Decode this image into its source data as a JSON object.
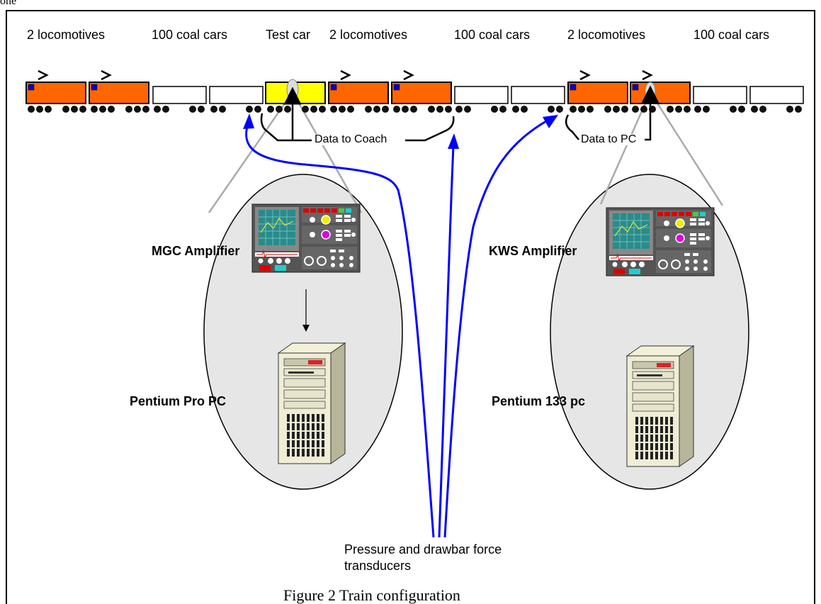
{
  "page_fragment": "one",
  "labels": {
    "group1_locos": "2 locomotives",
    "group1_coal": "100 coal cars",
    "test_car": "Test car",
    "group2_locos": "2 locomotives",
    "group2_coal": "100 coal cars",
    "group3_locos": "2 locomotives",
    "group3_coal": "100 coal cars"
  },
  "callouts": {
    "data_to_coach": "Data to Coach",
    "data_to_pc": "Data to PC",
    "transducers_line1": "Pressure and drawbar force",
    "transducers_line2": "transducers"
  },
  "left_station": {
    "amplifier": "MGC Amplifier",
    "computer": "Pentium Pro PC"
  },
  "right_station": {
    "amplifier": "KWS Amplifier",
    "computer": "Pentium 133 pc"
  },
  "caption": "Figure 2  Train configuration",
  "colors": {
    "locomotive": "#ff6600",
    "test_car": "#ffff00",
    "coal_car": "#ffffff",
    "signal_line": "#0000ff",
    "station_bg": "#e6e6e6",
    "cab_window": "#0000cc"
  },
  "icons": {
    "amplifier": "oscilloscope-amplifier-icon",
    "computer": "tower-pc-icon",
    "transducer": "transducer-sensor-icon"
  }
}
